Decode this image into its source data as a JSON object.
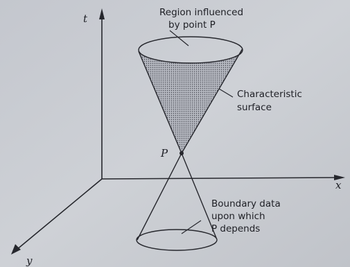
{
  "axes": {
    "t": "t",
    "x": "x",
    "y": "y"
  },
  "point": {
    "label": "P"
  },
  "annotations": {
    "region_line1": "Region influenced",
    "region_line2": "by point P",
    "characteristic_line1": "Characteristic",
    "characteristic_line2": "surface",
    "boundary_line1": "Boundary data",
    "boundary_line2": "upon which",
    "boundary_line3": "P depends"
  },
  "colors": {
    "background": "#c9ccd2",
    "ink": "#26272d"
  }
}
